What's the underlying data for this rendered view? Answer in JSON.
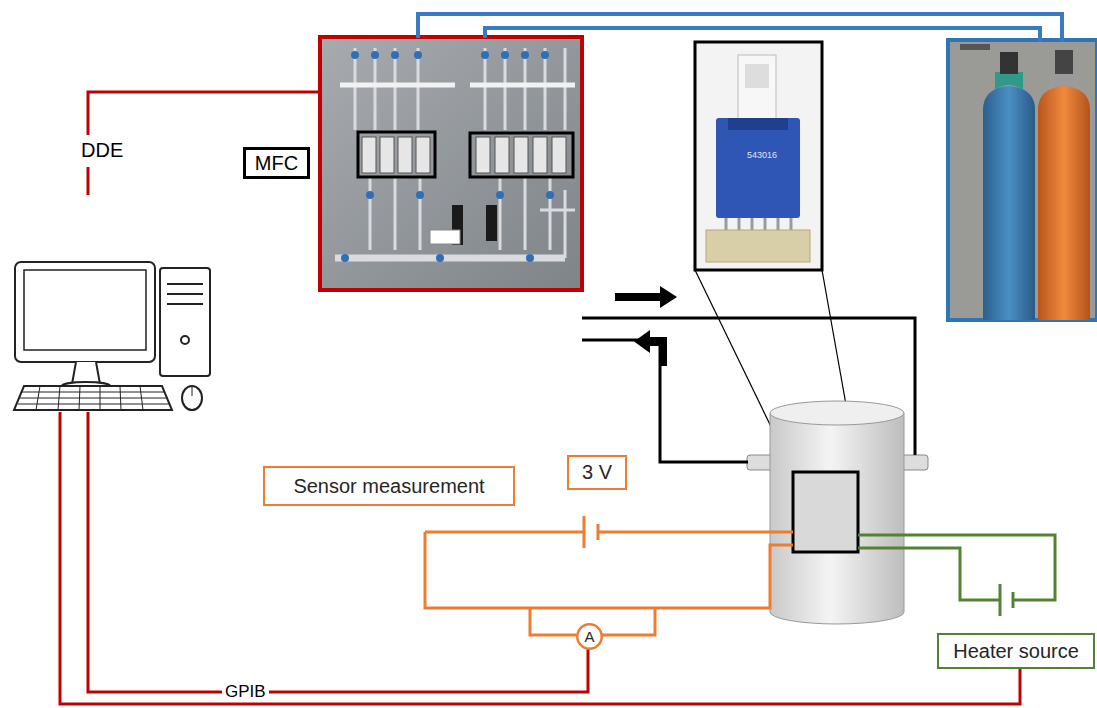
{
  "diagram": {
    "nodes": [
      {
        "text": [
          "MFC"
        ]
      },
      {
        "text": [
          "Sensor measurement"
        ]
      },
      {
        "text": [
          "3 V"
        ]
      },
      {
        "text": [
          "A"
        ]
      },
      {
        "text": [
          "Heater source"
        ]
      }
    ],
    "labels": [
      "DDE",
      "GPIB",
      "543016"
    ]
  }
}
